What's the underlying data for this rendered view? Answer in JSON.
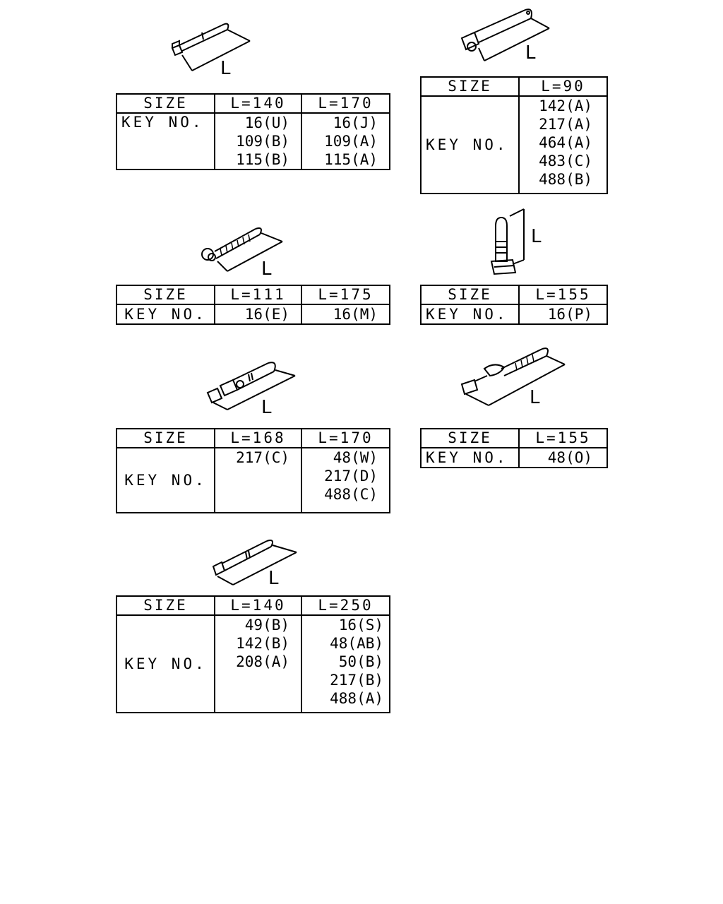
{
  "groups": [
    {
      "L_label": "L",
      "size_label": "SIZE",
      "key_label": "KEY NO.",
      "columns": [
        {
          "size": "L=140",
          "keys": [
            "16(U)",
            "109(B)",
            "115(B)"
          ]
        },
        {
          "size": "L=170",
          "keys": [
            "16(J)",
            "109(A)",
            "115(A)"
          ]
        }
      ]
    },
    {
      "L_label": "L",
      "size_label": "SIZE",
      "key_label": "KEY NO.",
      "columns": [
        {
          "size": "L=90",
          "keys": [
            "142(A)",
            "217(A)",
            "464(A)",
            "483(C)",
            "488(B)"
          ]
        }
      ]
    },
    {
      "L_label": "L",
      "size_label": "SIZE",
      "key_label": "KEY NO.",
      "columns": [
        {
          "size": "L=111",
          "keys": [
            "16(E)"
          ]
        },
        {
          "size": "L=175",
          "keys": [
            "16(M)"
          ]
        }
      ]
    },
    {
      "L_label": "L",
      "size_label": "SIZE",
      "key_label": "KEY NO.",
      "columns": [
        {
          "size": "L=155",
          "keys": [
            "16(P)"
          ]
        }
      ]
    },
    {
      "L_label": "L",
      "size_label": "SIZE",
      "key_label": "KEY NO.",
      "columns": [
        {
          "size": "L=168",
          "keys": [
            "217(C)"
          ]
        },
        {
          "size": "L=170",
          "keys": [
            "48(W)",
            "217(D)",
            "488(C)"
          ]
        }
      ]
    },
    {
      "L_label": "L",
      "size_label": "SIZE",
      "key_label": "KEY NO.",
      "columns": [
        {
          "size": "L=155",
          "keys": [
            "48(O)"
          ]
        }
      ]
    },
    {
      "L_label": "L",
      "size_label": "SIZE",
      "key_label": "KEY NO.",
      "columns": [
        {
          "size": "L=140",
          "keys": [
            "49(B)",
            "142(B)",
            "208(A)"
          ]
        },
        {
          "size": "L=250",
          "keys": [
            "16(S)",
            "48(AB)",
            "50(B)",
            "217(B)",
            "488(A)"
          ]
        }
      ]
    }
  ]
}
